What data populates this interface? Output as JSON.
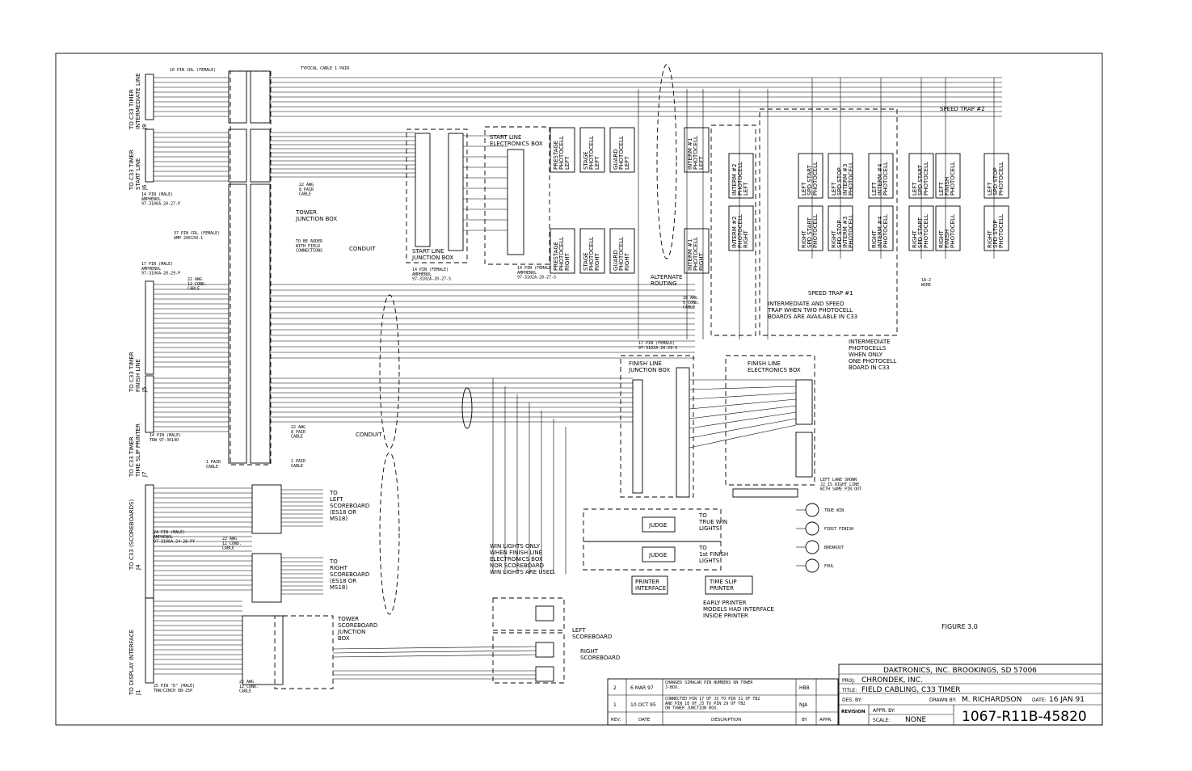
{
  "left_connectors": {
    "j9": "TO C33 TIMER\nINTERMEDIATE LINE\nJ9",
    "j6": "TO C33 TIMER\nSTART LINE\nJ6",
    "j5": "TO C33 TIMER\nFINISH LINE\nJ5",
    "j7": "TO C33 TIMER\nTIME SLIP PRINTER\nJ7",
    "j4": "TO C33 (SCOREBOARDS)\nJ4",
    "j1": "TO DISPLAY INTERFACE\nJ1"
  },
  "labels": {
    "typical_cable": "TYPICAL CABLE 1 PAIR",
    "p9_conn": "16 PIN CRL (FEMALE)",
    "p6_conn": "14 PIN (MALE)\nAMPHENOL\n97-3106A-20-27-P",
    "p3_conn": "37 PIN CRL (FEMALE)\nAMP 206150-1",
    "p5_conn": "17 PIN (MALE)\nAMPHENOL\n97-3106A-20-29-P",
    "p7_conn": "14 PIN (MALE)\nTRW 97-3014O",
    "p4_conn": "24 PIN (MALE)\nAMPHENOL\n97-3106A-24-28-PY",
    "p1_conn": "25 PIN \"D\" (MALE)\nTRW/CINCH DB-25P",
    "tower_jb": "TOWER\nJUNCTION BOX",
    "to_be_added": "TO BE ADDED\nWITH FIELD\nCONNECTIONS",
    "conduit": "CONDUIT",
    "conduit2": "CONDUIT",
    "cable_22awg_8": "22 AWG\n8 PAIR\nCABLE",
    "cable_22awg_12": "22 AWG\n12 COND.\nCABLE",
    "cable_1pair": "1 PAIR\nCABLE",
    "start_line_jb": "START LINE\nJUNCTION BOX",
    "start_line_eb": "START LINE\nELECTRONICS BOX",
    "sl_conn": "14 PIN (FEMALE)\nAMPHENOL\n97-3102A-20-27-S",
    "alt_routing": "ALTERNATE\nROUTING",
    "speed_trap_1": "SPEED TRAP #1",
    "speed_trap_2": "SPEED TRAP #2",
    "st1_note": "INTERMEDIATE AND SPEED\nTRAP WHEN TWO PHOTOCELL\nBOARDS ARE AVAILABLE IN C33",
    "st_note2": "INTERMEDIATE\nPHOTOCELLS\nWHEN ONLY\nONE PHOTOCELL\nBOARD IN C33",
    "finish_jb": "FINISH LINE\nJUNCTION BOX",
    "finish_eb": "FINISH LINE\nELECTRONICS BOX",
    "fl_conn": "17 PIN (FEMALE)\n97-3102A-20-29-S",
    "wire_18_2": "18-2\nWIRE",
    "cable_18awg_5": "18 AWG\n5 COND.\nCABLE",
    "win_lights": "WIN LIGHTS ONLY\nWHEN FINISH LINE\nELECTRONICS BOX\nNOR SCOREBOARD\nWIN LIGHTS ARE USED.",
    "judge": "JUDGE",
    "to_true_win": "TO\nTRUE WIN\nLIGHTS",
    "to_1st_finish": "TO\n1st FINISH\nLIGHTS",
    "printer_interface": "PRINTER\nINTERFACE",
    "time_slip_printer": "TIME SLIP\nPRINTER",
    "early_printer": "EARLY PRINTER\nMODELS HAD INTERFACE\nINSIDE PRINTER",
    "left_scoreboard": "LEFT\nSCOREBOARD",
    "right_scoreboard": "RIGHT\nSCOREBOARD",
    "to_left_sb": "TO\nLEFT\nSCOREBOARD\n(ES18 OR\nMS18)",
    "to_right_sb": "TO\nRIGHT\nSCOREBOARD\n(ES18 OR\nMS18)",
    "tower_sb_jb": "TOWER\nSCOREBOARD\nJUNCTION\nBOX",
    "left_lane": "LEFT LANE SHOWN\nJ2 IS RIGHT LINE\nWITH SAME PIN OUT",
    "true_win": "TRUE WIN",
    "first_finish": "FIRST FINISH",
    "breakout": "BREAKOUT",
    "foul": "FOUL",
    "figure": "FIGURE 3.0"
  },
  "photocells": [
    "PRESTAGE\nPHOTOCELL\nLEFT",
    "STAGE\nPHOTOCELL\nLEFT",
    "GUARD\nPHOTOCELL\nLEFT",
    "PRESTAGE\nPHOTOCELL\nRIGHT",
    "STAGE\nPHOTOCELL\nRIGHT",
    "GUARD\nPHOTOCELL\nRIGHT",
    "INTERM #1\nPHOTOCELL\nLEFT",
    "INTERM #1\nPHOTOCELL\nRIGHT",
    "INTERM #2\nPHOTOCELL\nLEFT",
    "INTERM #2\nPHOTOCELL\nRIGHT",
    "LEFT\nSPD START\nPHOTOCELL",
    "RIGHT\nSPD START\nPHOTOCELL",
    "LEFT\nSPD STOP\nINTERM #3\nPHOTOCELL",
    "RIGHT\nSPD STOP\nINTERM #3\nPHOTOCELL",
    "LEFT\nINTERM #4\nPHOTOCELL",
    "RIGHT\nINTERM #4\nPHOTOCELL",
    "LEFT\nSPD START\nPHOTOCELL",
    "RIGHT\nSPD START\nPHOTOCELL",
    "LEFT\nFINISH\nPHOTOCELL",
    "RIGHT\nFINISH\nPHOTOCELL",
    "LEFT\nSPD STOP\nPHOTOCELL",
    "RIGHT\nSPD STOP\nPHOTOCELL"
  ],
  "title_block": {
    "company": "DAKTRONICS, INC.  BROOKINGS, SD 57006",
    "proj_label": "PROJ:",
    "proj": "CHRONDEK, INC.",
    "title_label": "TITLE:",
    "title": "FIELD CABLING, C33 TIMER",
    "des_label": "DES. BY:",
    "drawn_label": "DRAWN BY:",
    "drawn": "M. RICHARDSON",
    "date_label": "DATE:",
    "date": "16 JAN 91",
    "revision_label": "REVISION",
    "appr_label": "APPR. BY:",
    "scale_label": "SCALE:",
    "scale": "NONE",
    "dwg_no": "1067-R11B-45820"
  },
  "revisions": {
    "headers": [
      "REV.",
      "DATE",
      "DESCRIPTION",
      "BY",
      "APPR."
    ],
    "rows": [
      {
        "rev": "2",
        "date": "6 MAR 97",
        "desc": "CHANGED SIMALAR PIN NUMBERS ON TOWER\nJ-BOX.",
        "by": "HBB",
        "appr": ""
      },
      {
        "rev": "1",
        "date": "10 OCT 95",
        "desc": "CONNECTED PIN 17 OF J3 TO PIN 31 OF TB2\nAND PIN 18 OF J3 TO PIN 29 OF TB2\nON TOWER JUNCTION BOX.",
        "by": "NJA",
        "appr": ""
      }
    ]
  }
}
